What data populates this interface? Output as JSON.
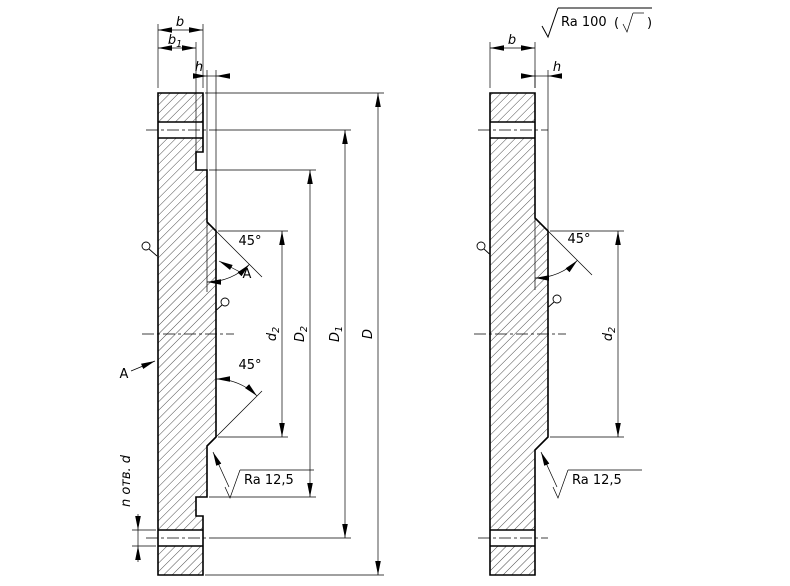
{
  "colors": {
    "line": "#000000",
    "background": "#ffffff"
  },
  "general_note": {
    "roughness_value": "Ra 100",
    "paren_open": "(",
    "paren_close": ")"
  },
  "left": {
    "b": "b",
    "b1": {
      "main": "b",
      "sub": "1"
    },
    "h": "h",
    "d2": {
      "main": "d",
      "sub": "2"
    },
    "D2": {
      "main": "D",
      "sub": "2"
    },
    "D1": {
      "main": "D",
      "sub": "1"
    },
    "D": "D",
    "angle_top": "45°",
    "angle_bottom": "45°",
    "section_a_right": "A",
    "section_a_left": "A",
    "holes_note": "n отв. d",
    "roughness_callout": "Ra 12,5"
  },
  "right": {
    "b": "b",
    "h": "h",
    "d2": {
      "main": "d",
      "sub": "2"
    },
    "angle": "45°",
    "roughness_callout": "Ra 12,5"
  }
}
